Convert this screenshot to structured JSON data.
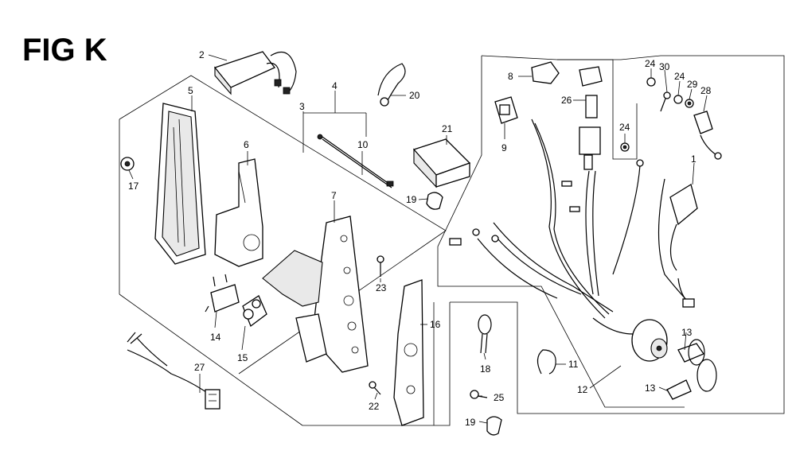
{
  "figure": {
    "title": "FIG K"
  },
  "callouts": {
    "c1": "1",
    "c2": "2",
    "c3": "3",
    "c4": "4",
    "c5": "5",
    "c6": "6",
    "c7": "7",
    "c8": "8",
    "c9": "9",
    "c10": "10",
    "c11": "11",
    "c12": "12",
    "c13a": "13",
    "c13b": "13",
    "c14": "14",
    "c15": "15",
    "c16": "16",
    "c17": "17",
    "c18": "18",
    "c19a": "19",
    "c19b": "19",
    "c20": "20",
    "c21": "21",
    "c22": "22",
    "c23": "23",
    "c24a": "24",
    "c24b": "24",
    "c24c": "24",
    "c25": "25",
    "c26": "26",
    "c27": "27",
    "c28": "28",
    "c29": "29",
    "c30": "30"
  }
}
